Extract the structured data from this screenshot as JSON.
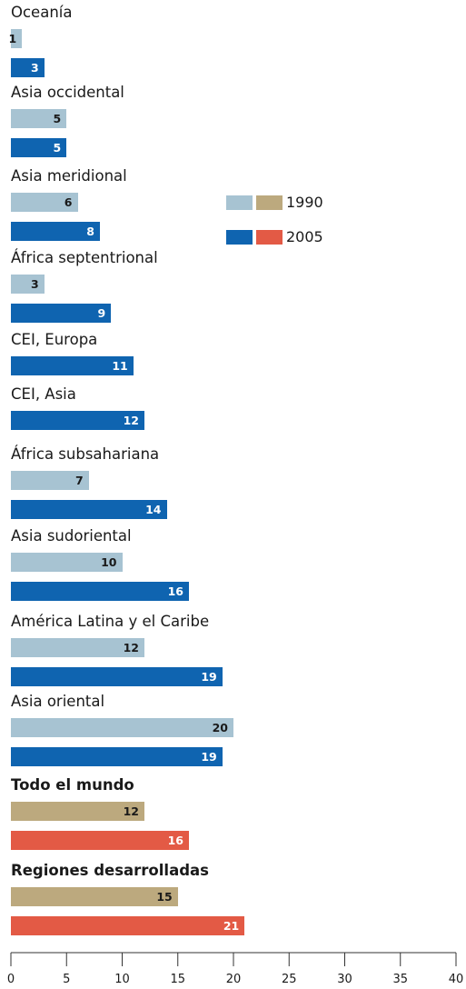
{
  "chart_data": {
    "type": "bar",
    "orientation": "horizontal",
    "categories": [
      "Oceanía",
      "Asia occidental",
      "Asia meridional",
      "África septentrional",
      "CEI, Europa",
      "CEI, Asia",
      "África subsahariana",
      "Asia sudoriental",
      "América Latina y el Caribe",
      "Asia oriental",
      "Todo el mundo",
      "Regiones desarrolladas"
    ],
    "bold_categories": [
      "Todo el mundo",
      "Regiones desarrolladas"
    ],
    "series": [
      {
        "name": "1990",
        "values": [
          1,
          5,
          6,
          3,
          null,
          null,
          7,
          10,
          12,
          20,
          12,
          15
        ]
      },
      {
        "name": "2005",
        "values": [
          3,
          5,
          8,
          9,
          11,
          12,
          14,
          16,
          19,
          19,
          16,
          21
        ]
      }
    ],
    "colors": {
      "1990_regions": "#a7c3d2",
      "2005_regions": "#0f64b0",
      "1990_aggregate": "#bca97e",
      "2005_aggregate": "#e35a45"
    },
    "xlim": [
      0,
      40
    ],
    "xticks": [
      0,
      5,
      10,
      15,
      20,
      25,
      30,
      35,
      40
    ],
    "legend": {
      "position": "upper-right",
      "entries": [
        "1990",
        "2005"
      ]
    },
    "grid": false
  }
}
